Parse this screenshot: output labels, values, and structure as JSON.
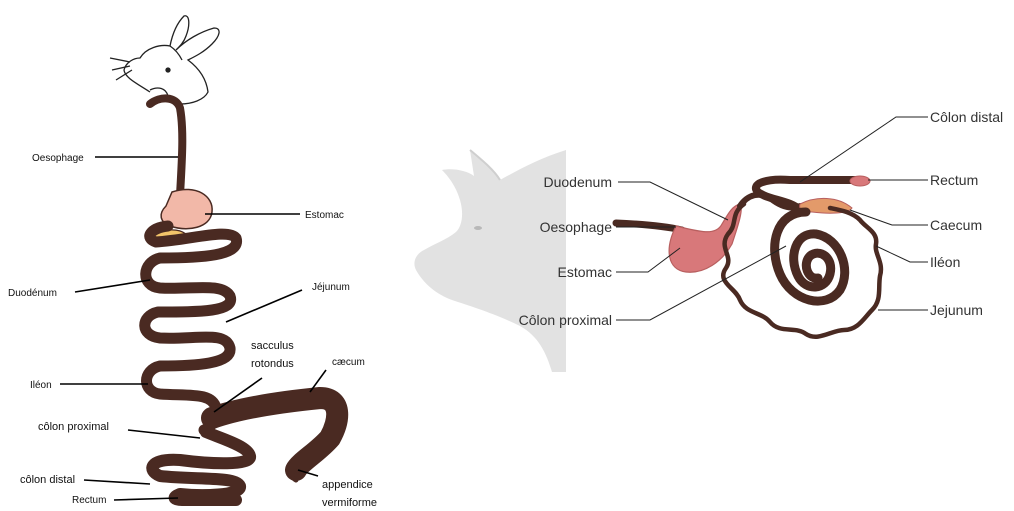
{
  "rabbit_labels": {
    "oesophage": "Oesophage",
    "estomac": "Estomac",
    "duodenum": "Duodénum",
    "jejunum": "Jéjunum",
    "sacculus_line1": "sacculus",
    "sacculus_line2": "rotondus",
    "caecum": "cæcum",
    "ileon": "Iléon",
    "colon_proximal": "côlon proximal",
    "colon_distal": "côlon distal",
    "rectum": "Rectum",
    "appendice_line1": "appendice",
    "appendice_line2": "vermiforme"
  },
  "pig_labels": {
    "duodenum": "Duodenum",
    "oesophage": "Oesophage",
    "estomac": "Estomac",
    "colon_proximal": "Côlon proximal",
    "colon_distal": "Côlon distal",
    "rectum": "Rectum",
    "caecum": "Caecum",
    "ileon": "Iléon",
    "jejunum": "Jejunum"
  },
  "colors": {
    "intestine": "#f2b8a8",
    "intestine_dark": "#d8787a",
    "caecum_orange": "#e39a6a",
    "stomach_yellow": "#f3c46a",
    "pig_silhouette": "#e2e2e2"
  }
}
